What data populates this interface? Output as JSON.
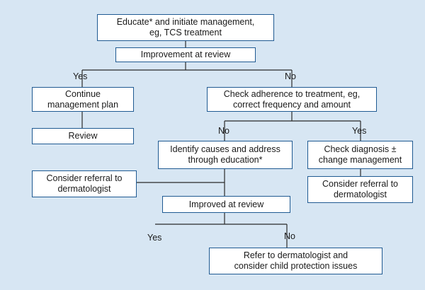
{
  "nodes": {
    "educate": "Educate* and initiate management,\neg, TCS treatment",
    "improvement": "Improvement at review",
    "continue": "Continue\nmanagement plan",
    "review": "Review",
    "adherence": "Check adherence to treatment, eg,\ncorrect frequency and amount",
    "identify": "Identify causes and address\nthrough education*",
    "check_diag": "Check diagnosis ±\nchange management",
    "referral_left": "Consider referral to\ndermatologist",
    "referral_right": "Consider referral to\ndermatologist",
    "improved": "Improved at review",
    "refer_protect": "Refer to dermatologist and\nconsider child protection issues"
  },
  "labels": {
    "yes1": "Yes",
    "no1": "No",
    "no2": "No",
    "yes2": "Yes",
    "yes3": "Yes",
    "no3": "No"
  },
  "colors": {
    "background": "#d7e6f3",
    "border": "#1f5a92",
    "line": "#2a2a2a"
  }
}
